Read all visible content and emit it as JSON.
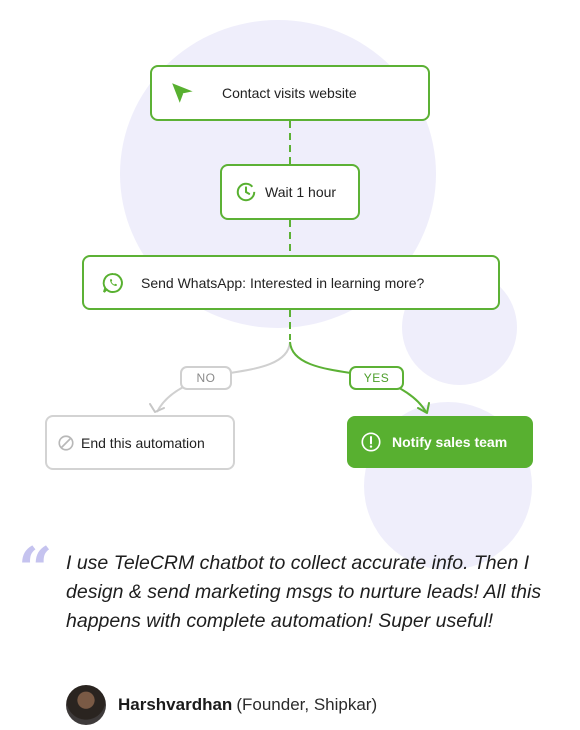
{
  "flow": {
    "trigger": {
      "label": "Contact visits website",
      "icon": "paper-plane-icon"
    },
    "wait": {
      "label": "Wait 1 hour",
      "icon": "clock-icon"
    },
    "whatsapp": {
      "label": "Send WhatsApp: Interested in learning more?",
      "icon": "whatsapp-icon"
    },
    "branch_no": {
      "label": "NO"
    },
    "branch_yes": {
      "label": "YES"
    },
    "end_node": {
      "label": "End this automation",
      "icon": "ban-icon"
    },
    "notify_node": {
      "label": "Notify sales team",
      "icon": "exclamation-circle-icon"
    }
  },
  "testimonial": {
    "quote": "I use TeleCRM chatbot to collect accurate info. Then I design & send marketing msgs to nurture leads! All this happens with complete automation! Super useful!",
    "author_name": "Harshvardhan",
    "author_role": "(Founder, Shipkar)"
  },
  "colors": {
    "accent_green": "#58b030",
    "neutral_grey": "#d3d3d3",
    "blob_lavender": "#efeefb",
    "quote_mark": "#c5c3ef"
  }
}
